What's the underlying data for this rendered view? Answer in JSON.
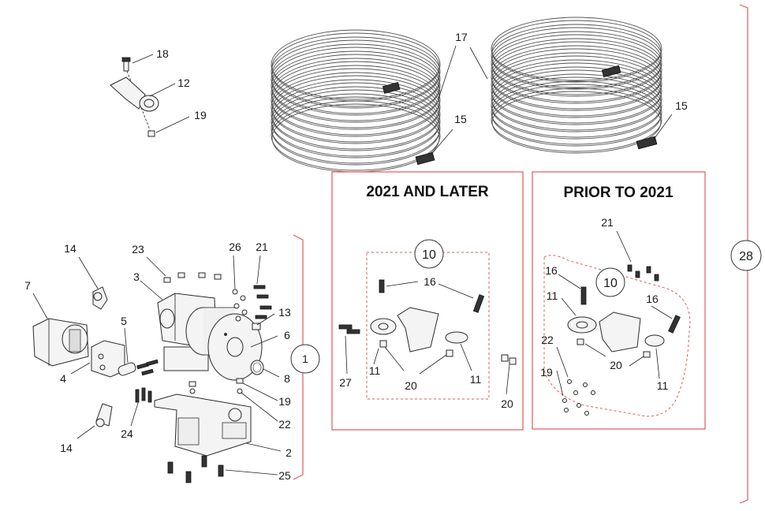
{
  "headers": {
    "later": "2021 AND LATER",
    "prior": "PRIOR TO 2021"
  },
  "callouts": {
    "c1": "1",
    "c2": "2",
    "c3": "3",
    "c4": "4",
    "c5": "5",
    "c6": "6",
    "c7": "7",
    "c8": "8",
    "c10a": "10",
    "c10b": "10",
    "c11a": "11",
    "c11b": "11",
    "c11c": "11",
    "c11d": "11",
    "c12": "12",
    "c13": "13",
    "c14a": "14",
    "c14b": "14",
    "c15a": "15",
    "c15b": "15",
    "c16a": "16",
    "c16b": "16",
    "c16c": "16",
    "c17": "17",
    "c18": "18",
    "c19a": "19",
    "c19b": "19",
    "c19c": "19",
    "c20a": "20",
    "c20b": "20",
    "c20c": "20",
    "c21a": "21",
    "c21b": "21",
    "c22a": "22",
    "c22b": "22",
    "c23": "23",
    "c24": "24",
    "c25": "25",
    "c26": "26",
    "c27": "27",
    "c28": "28"
  },
  "colors": {
    "frame": "#e05a5a",
    "ink": "#1a1a1a"
  },
  "icons": [
    "hydraulic-pump",
    "valve-block",
    "gearbox",
    "winch-drum",
    "mounting-plate",
    "hose-coil",
    "pulley",
    "bracket",
    "bolt",
    "nut",
    "washer",
    "elbow-fitting",
    "tee-fitting"
  ]
}
